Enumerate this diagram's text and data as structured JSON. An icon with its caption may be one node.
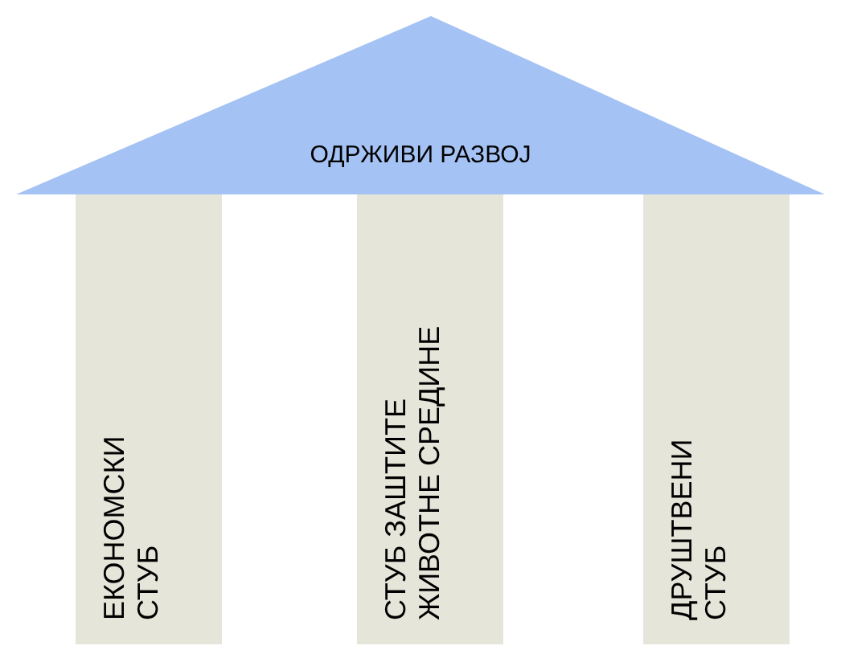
{
  "diagram": {
    "nodes": [
      {
        "text": [
          "ОДРЖИВИ РАЗВОЈ"
        ]
      },
      {
        "text": [
          "ЕКОНОМСКИ СТУБ"
        ]
      },
      {
        "text": [
          "СТУБ ЗАШТИТЕ ЖИВОТНЕ СРЕДИНЕ"
        ]
      },
      {
        "text": [
          "ДРУШТВЕНИ СТУБ"
        ]
      }
    ]
  }
}
